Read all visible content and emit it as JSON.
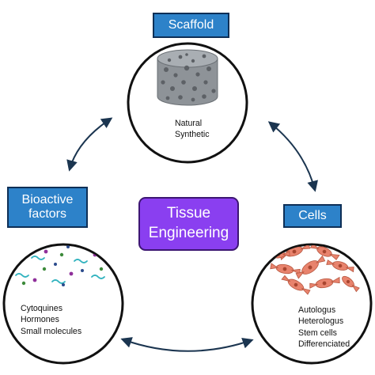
{
  "center": {
    "line1": "Tissue",
    "line2": "Engineering"
  },
  "nodes": {
    "scaffold": {
      "title": "Scaffold",
      "items": [
        "Natural",
        "Synthetic"
      ]
    },
    "bioactive": {
      "title_line1": "Bioactive",
      "title_line2": "factors",
      "items": [
        "Cytoquines",
        "Hormones",
        "Small molecules"
      ]
    },
    "cells": {
      "title": "Cells",
      "items": [
        "Autologus",
        "Heterologus",
        "Stem cells",
        "Differenciated"
      ]
    }
  },
  "colors": {
    "label_fill": "#2d82c9",
    "label_border": "#0e2f56",
    "center_fill": "#8a3ff0",
    "circle_stroke": "#111111",
    "arrow": "#1b3550",
    "cell_fill": "#e8836d",
    "scaffold_fill": "#8e9398"
  },
  "icons": [
    "porous-scaffold-icon",
    "molecules-icon",
    "cells-icon"
  ]
}
